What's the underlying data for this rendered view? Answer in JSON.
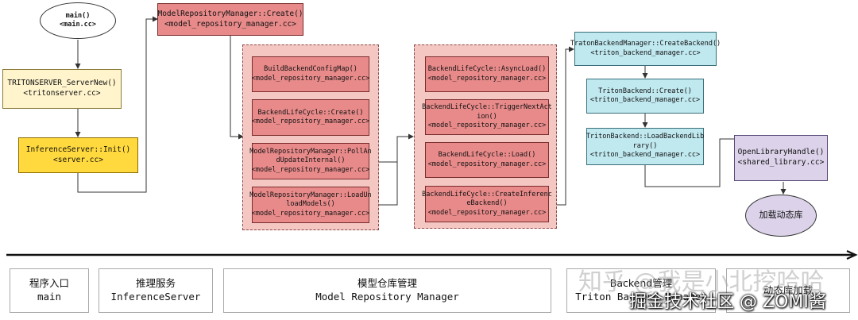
{
  "nodes": {
    "main": "main()\n<main.cc>",
    "triton_server_new": "TRITONSERVER_ServerNew()\n<tritonserver.cc>",
    "inference_server_init": "InferenceServer::Init()\n<server.cc>",
    "model_repo_create": "ModelRepositoryManager::Create()\n<model_repository_manager.cc>",
    "build_backend_config_map": "BuildBackendConfigMap()\n<model_repository_manager.cc>",
    "backend_lifecycle_create": "BackendLifeCycle::Create()\n<model_repository_manager.cc>",
    "poll_and_update_internal": "ModelRepositoryManager::PollAn\ndUpdateInternal()\n<model_repository_manager.cc>",
    "load_unload_models": "ModelRepositoryManager::LoadUn\nloadModels()\n<model_repository_manager.cc>",
    "async_load": "BackendLifeCycle::AsyncLoad()\n<model_repository_manager.cc>",
    "trigger_next_action": "BackendLifeCycle::TriggerNextAct\nion()\n<model_repository_manager.cc>",
    "lifecycle_load": "BackendLifeCycle::Load()\n<model_repository_manager.cc>",
    "create_inference_backend": "BackendLifeCycle::CreateInferenc\neBackend()\n<model_repository_manager.cc>",
    "traton_create_backend": "TratonBackendManager::CreateBackend()\n<triton_backend_manager.cc>",
    "triton_backend_create": "TritonBackend::Create()\n<triton_backend_manager.cc>",
    "load_backend_library": "TritonBackend::LoadBackendLib\nrary()\n<triton_backend_manager.cc>",
    "open_library_handle": "OpenLibraryHandle()\n<shared_library.cc>",
    "dynamic_load": "加载动态库"
  },
  "lanes": [
    {
      "zh": "程序入口",
      "en": "main"
    },
    {
      "zh": "推理服务",
      "en": "InferenceServer"
    },
    {
      "zh": "模型仓库管理",
      "en": "Model Repository Manager"
    },
    {
      "zh": "Backend管理",
      "en": "Triton Backend Manager"
    },
    {
      "zh": "动态库加载",
      "en": ""
    }
  ],
  "watermarks": {
    "zhihu": "知乎 @我是小北挖哈哈",
    "juejin": "掘金技术社区 @ ZOMI酱"
  },
  "colors": {
    "main_circle": "#ffffff",
    "server_new": "#fff4cc",
    "server_init": "#ffd93d",
    "model_repo_create": "#e88a8a",
    "group_fill": "#f4c7c3",
    "backend_cyan": "#bfe8ef",
    "open_library": "#dcd3ea",
    "dynamic_load": "#dcd3ea"
  }
}
